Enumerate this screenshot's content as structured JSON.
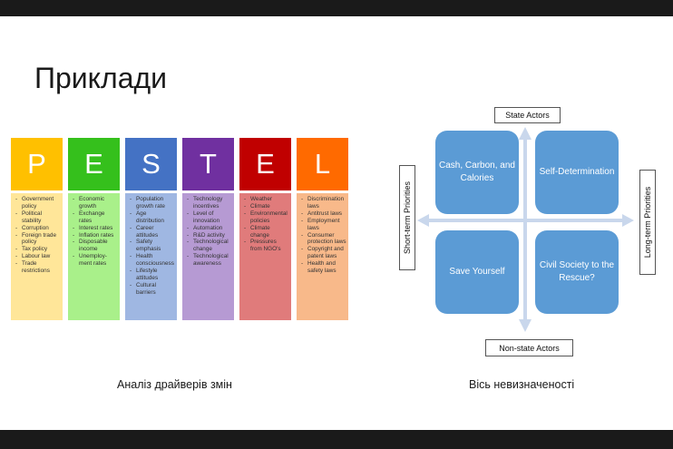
{
  "slide": {
    "title": "Приклади",
    "pestel_caption": "Аналіз драйверів змін",
    "matrix_caption": "Вісь невизначеності"
  },
  "pestel": {
    "columns": [
      {
        "letter": "P",
        "header_color": "#ffc000",
        "list_color": "#ffe699",
        "items": [
          "Government policy",
          "Political stability",
          "Corruption",
          "Foreign trade policy",
          "Tax policy",
          "Labour law",
          "Trade restrictions"
        ]
      },
      {
        "letter": "E",
        "header_color": "#35c01c",
        "list_color": "#a9f08a",
        "items": [
          "Economic growth",
          "Exchange rates",
          "Interest rates",
          "Inflation rates",
          "Disposable income",
          "Unemploy-ment rates"
        ]
      },
      {
        "letter": "S",
        "header_color": "#4472c4",
        "list_color": "#9fb7e2",
        "items": [
          "Population growth rate",
          "Age distribution",
          "Career attitudes",
          "Safety emphasis",
          "Health consciousness",
          "Lifestyle attitudes",
          "Cultural barriers"
        ]
      },
      {
        "letter": "T",
        "header_color": "#7030a0",
        "list_color": "#b69ad3",
        "items": [
          "Technology incentives",
          "Level of innovation",
          "Automation",
          "R&D activity",
          "Technological change",
          "Technological awareness"
        ]
      },
      {
        "letter": "E",
        "header_color": "#c00000",
        "list_color": "#e07b7b",
        "items": [
          "Weather",
          "Climate",
          "Environmental policies",
          "Climate change",
          "Pressures from NGO's"
        ]
      },
      {
        "letter": "L",
        "header_color": "#ff6a00",
        "list_color": "#f8b98a",
        "items": [
          "Discrimination laws",
          "Antitrust laws",
          "Employment laws",
          "Consumer protection laws",
          "Copyright and patent laws",
          "Health and safety laws"
        ]
      }
    ]
  },
  "matrix": {
    "axis_top": "State Actors",
    "axis_bottom": "Non-state Actors",
    "axis_left": "Short-term Priorities",
    "axis_right": "Long-term Priorities",
    "quadrants": {
      "top_left": "Cash, Carbon, and Calories",
      "top_right": "Self-Determination",
      "bottom_left": "Save Yourself",
      "bottom_right": "Civil Society to the Rescue?"
    },
    "quad_color": "#5b9bd5",
    "arrow_color": "#c9d7ec"
  }
}
